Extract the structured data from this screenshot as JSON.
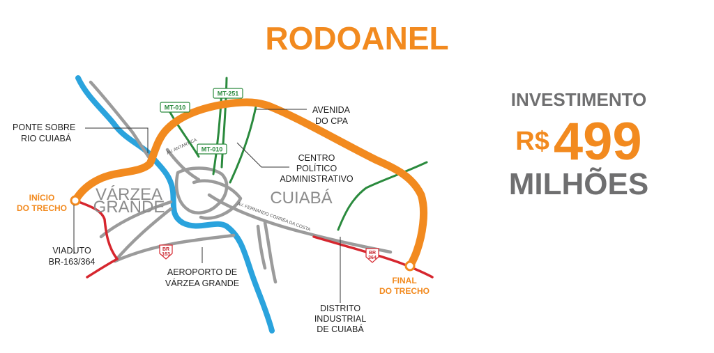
{
  "title": "RODOANEL",
  "investment": {
    "label": "INVESTIMENTO",
    "currency": "R$",
    "value": "499",
    "unit": "MILHÕES"
  },
  "map": {
    "cities": {
      "varzea": [
        "VÁRZEA",
        "GRANDE"
      ],
      "cuiaba": "CUIABÁ"
    },
    "labels": {
      "ponte": [
        "PONTE SOBRE",
        "RIO CUIABÁ"
      ],
      "avenida_cpa": [
        "AVENIDA",
        "DO CPA"
      ],
      "centro": [
        "CENTRO",
        "POLÍTICO",
        "ADMINISTRATIVO"
      ],
      "inicio": [
        "INÍCIO",
        "DO TRECHO"
      ],
      "viaduto": [
        "VIADUTO",
        "BR-163/364"
      ],
      "aeroporto": [
        "AEROPORTO DE",
        "VÁRZEA GRANDE"
      ],
      "distrito": [
        "DISTRITO",
        "INDUSTRIAL",
        "DE CUIABÁ"
      ],
      "final": [
        "FINAL",
        "DO TRECHO"
      ]
    },
    "highways": {
      "mt010_a": "MT-010",
      "mt251": "MT-251",
      "mt010_b": "MT-010"
    },
    "streets": {
      "av_antartica": "AV. ANTARTICA",
      "av_fernando": "AV. FERNANDO CORRÊA DA COSTA"
    },
    "shields": {
      "br163": [
        "BR",
        "163"
      ],
      "br364": [
        "BR",
        "364"
      ]
    },
    "colors": {
      "rodoanel": "#f28a1f",
      "river": "#2aa3dd",
      "roads": "#9b9b9b",
      "mt_highways": "#2a8a3d",
      "br_highways": "#d6262e",
      "text_gray": "#6f6f70"
    }
  }
}
